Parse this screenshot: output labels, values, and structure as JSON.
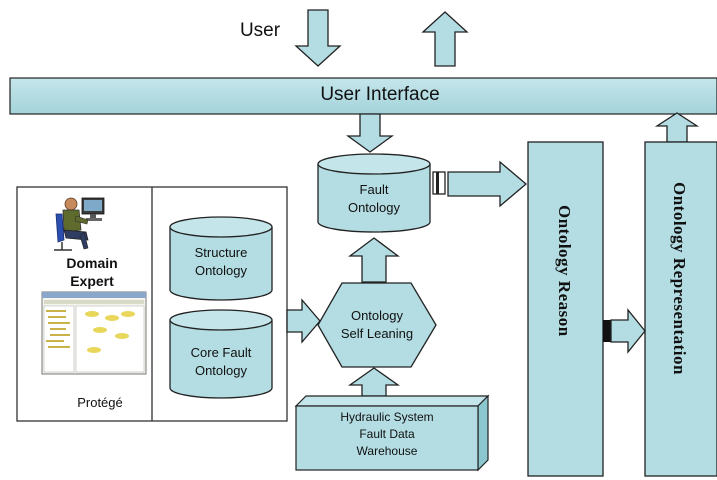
{
  "colors": {
    "fill": "#b3dde3",
    "fill_dark": "#8cc6cf",
    "stroke": "#222222",
    "frame": "#333333"
  },
  "user": {
    "label": "User"
  },
  "ui_bar": {
    "label": "User Interface"
  },
  "fault_ontology": {
    "line1": "Fault",
    "line2": "Ontology"
  },
  "structure_ontology": {
    "line1": "Structure",
    "line2": "Ontology"
  },
  "core_fault_ontology": {
    "line1": "Core Fault",
    "line2": "Ontology"
  },
  "self_learning": {
    "line1": "Ontology",
    "line2": "Self Leaning"
  },
  "warehouse": {
    "line1": "Hydraulic System",
    "line2": "Fault Data",
    "line3": "Warehouse"
  },
  "ontology_reason": {
    "label": "Ontology Reason"
  },
  "ontology_representation": {
    "label": "Ontology Representation"
  },
  "domain_expert": {
    "line1": "Domain",
    "line2": "Expert",
    "icon": "person-at-computer-icon"
  },
  "protege": {
    "label": "Protégé",
    "icon": "protege-screenshot-icon"
  }
}
